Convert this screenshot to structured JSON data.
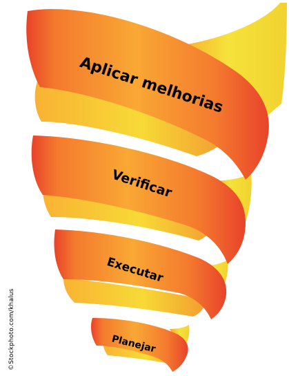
{
  "colors": {
    "red": "#E8432A",
    "orange": "#F7892C",
    "amber": "#F9A834",
    "yellow": "#F5E23A"
  },
  "spiral": {
    "steps": [
      {
        "label": "Aplicar melhorias"
      },
      {
        "label": "Verificar"
      },
      {
        "label": "Executar"
      },
      {
        "label": "Planejar"
      }
    ]
  },
  "credit": "©Stockphoto.com/khalus"
}
